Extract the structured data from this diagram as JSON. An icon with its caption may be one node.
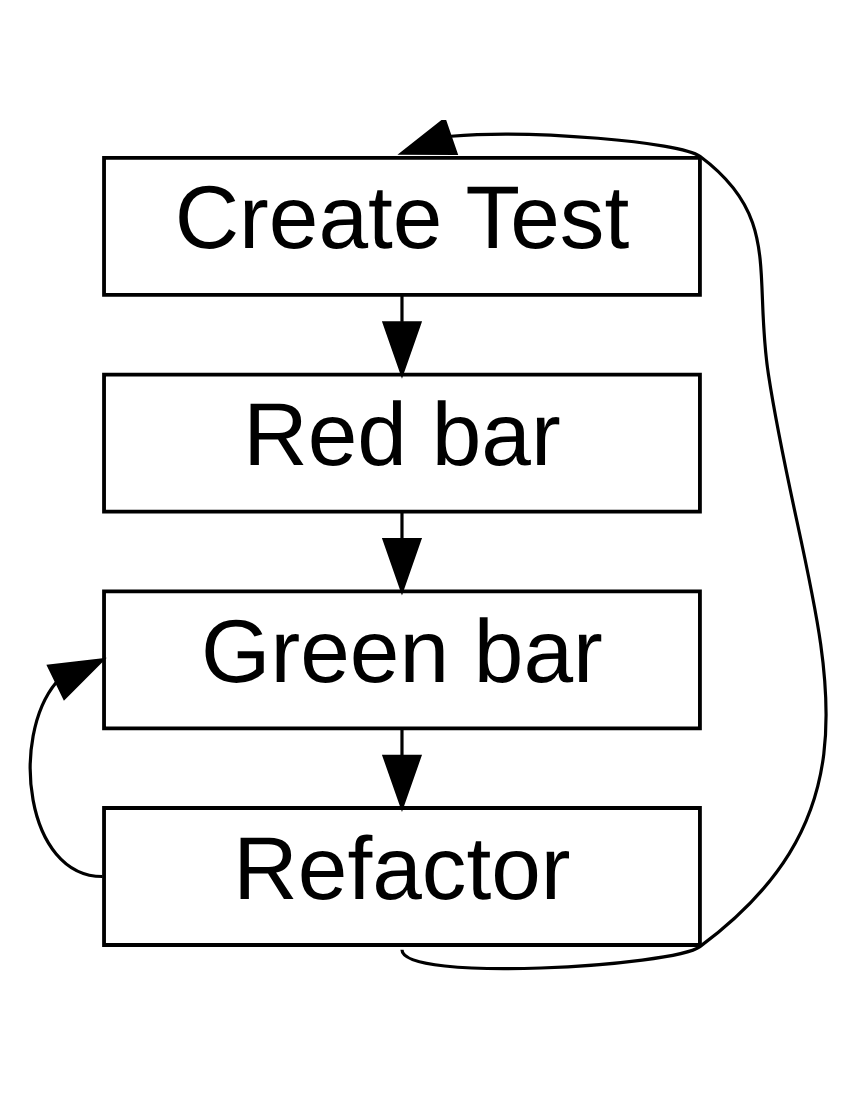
{
  "diagram": {
    "nodes": [
      {
        "text": [
          "Create Test"
        ]
      },
      {
        "text": [
          "Red bar"
        ]
      },
      {
        "text": [
          "Green bar"
        ]
      },
      {
        "text": [
          "Refactor"
        ]
      }
    ],
    "edges": [
      {
        "from": 0,
        "to": 1,
        "arrow": "to"
      },
      {
        "from": 1,
        "to": 2,
        "arrow": "to"
      },
      {
        "from": 2,
        "to": 3,
        "arrow": "to"
      },
      {
        "from": 3,
        "to": 2,
        "arrow": "to"
      },
      {
        "from": 3,
        "to": 0,
        "arrow": "to"
      }
    ]
  }
}
